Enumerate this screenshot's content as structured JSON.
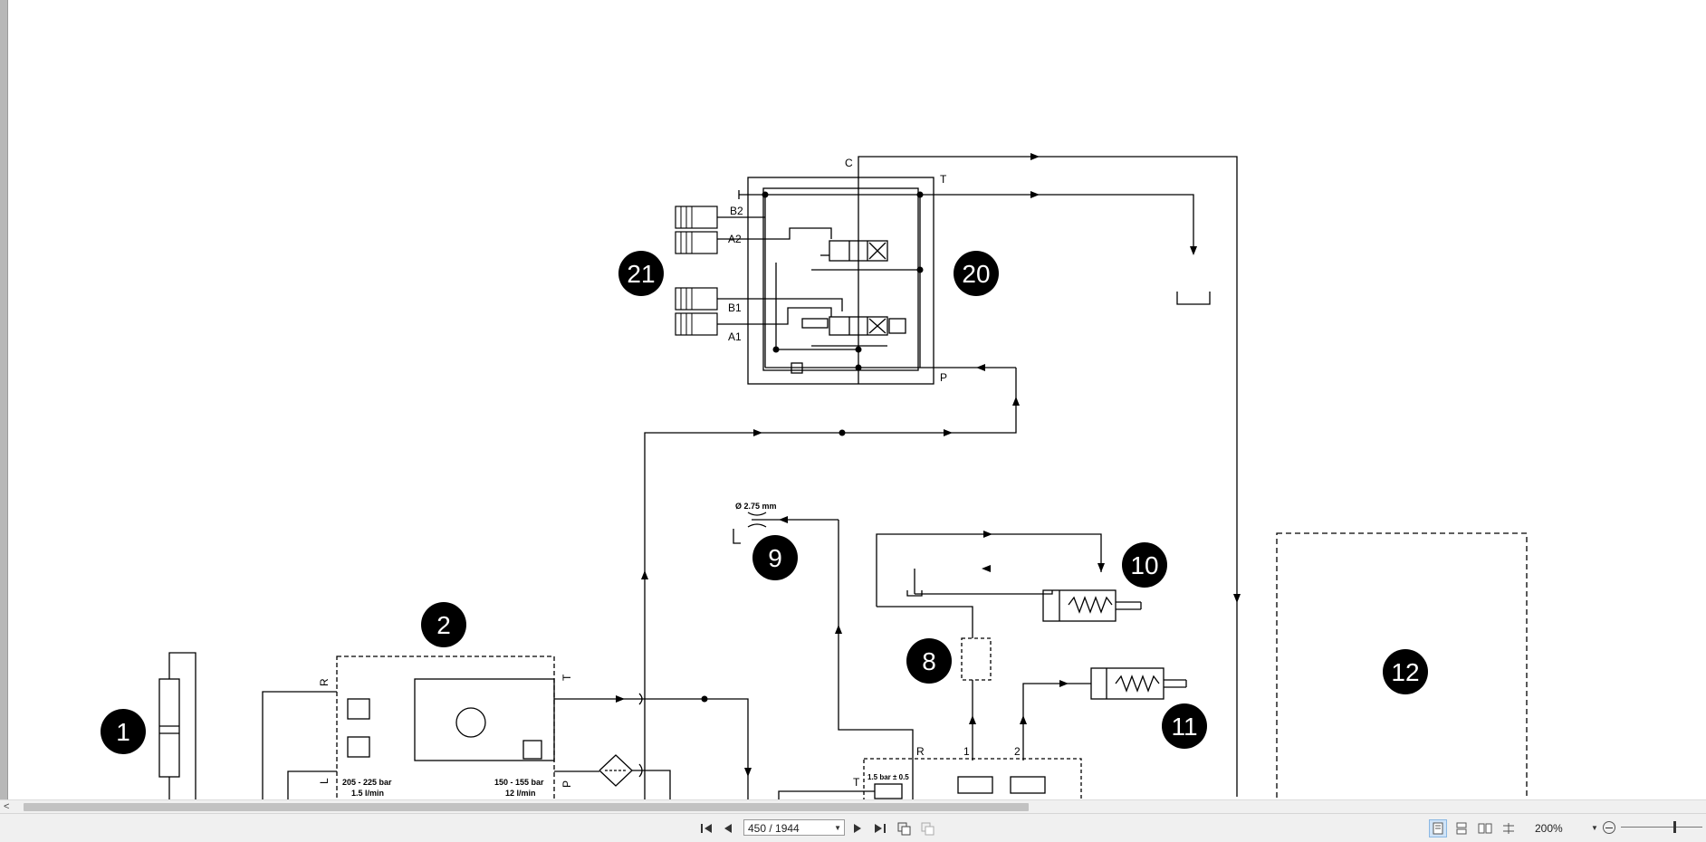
{
  "viewer": {
    "page_display": "450 / 1944",
    "zoom": "200%",
    "zoom_slider_fraction": 0.64
  },
  "diagram": {
    "callouts": [
      "1",
      "2",
      "8",
      "9",
      "10",
      "11",
      "12",
      "20",
      "21"
    ],
    "ports": {
      "C": "C",
      "T": "T",
      "P": "P",
      "B2": "B2",
      "A2": "A2",
      "B1": "B1",
      "A1": "A1"
    },
    "pump_side": {
      "R": "R",
      "T": "T",
      "L": "L",
      "P": "P"
    },
    "lower_ports": {
      "R": "R",
      "p1": "1",
      "p2": "2",
      "T": "T"
    },
    "annotations": {
      "orifice": "Ø 2.75 mm",
      "relief_left_1": "205 - 225 bar",
      "relief_left_2": "1.5 l/min",
      "relief_right_1": "150 - 155 bar",
      "relief_right_2": "12 l/min",
      "valve_pressure": "1.5 bar ± 0.5"
    }
  }
}
